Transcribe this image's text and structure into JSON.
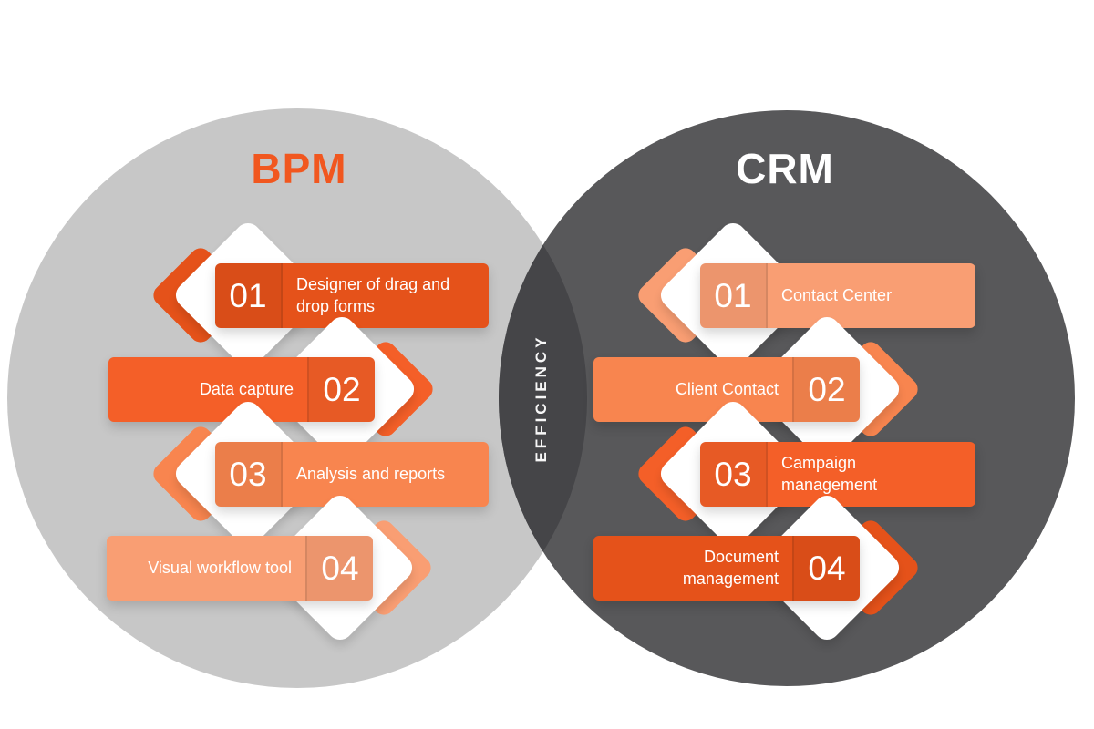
{
  "diagram": {
    "center_label": "EFFICIENCY",
    "left": {
      "title": "BPM",
      "items": [
        {
          "number": "01",
          "label": "Designer of drag and\ndrop forms"
        },
        {
          "number": "02",
          "label": "Data capture"
        },
        {
          "number": "03",
          "label": "Analysis and reports"
        },
        {
          "number": "04",
          "label": "Visual workflow tool"
        }
      ]
    },
    "right": {
      "title": "CRM",
      "items": [
        {
          "number": "01",
          "label": "Contact Center"
        },
        {
          "number": "02",
          "label": "Client Contact"
        },
        {
          "number": "03",
          "label": "Campaign\nmanagement"
        },
        {
          "number": "04",
          "label": "Document\nmanagement"
        }
      ]
    },
    "colors": {
      "left_circle": "#C7C7C7",
      "right_circle": "#58585A",
      "overlap": "#454548",
      "orange_darkest": "#E5521A",
      "orange_dark": "#F45F28",
      "orange_medium": "#F8854F",
      "orange_light": "#F99E73",
      "left_title": "#F1571F",
      "right_title": "#FFFFFF"
    }
  }
}
